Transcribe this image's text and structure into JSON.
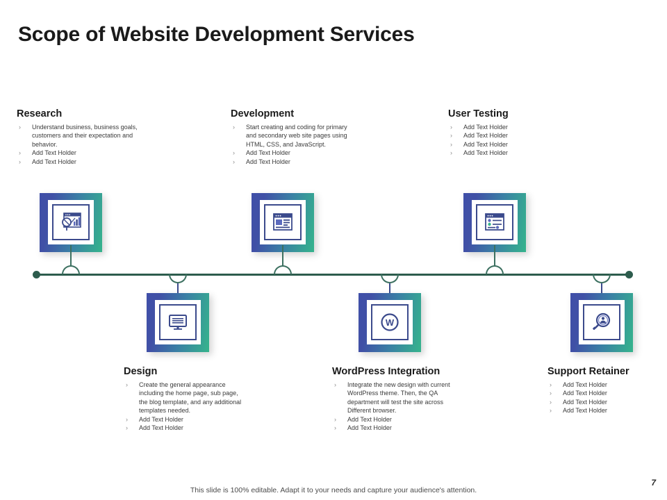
{
  "slide": {
    "title": "Scope of Website Development Services",
    "page_number": "7",
    "footer_note": "This slide is 100% editable. Adapt it to your needs and capture your audience's attention.",
    "accent_blue": "#3b4a8c",
    "accent_teal": "#35b48c",
    "timeline_color": "#2d5c4d",
    "bullet_glyph": "›"
  },
  "steps": [
    {
      "heading": "Research",
      "icon": "magnifier-chart-browser-icon",
      "position": "top",
      "bullets": [
        "Understand business, business goals, customers and their expectation and behavior.",
        "Add Text Holder",
        "Add Text Holder"
      ]
    },
    {
      "heading": "Design",
      "icon": "desktop-monitor-icon",
      "position": "bottom",
      "bullets": [
        "Create the general appearance including the home page, sub page, the blog template, and any additional templates  needed.",
        "Add Text Holder",
        "Add Text Holder"
      ]
    },
    {
      "heading": "Development",
      "icon": "browser-layout-code-icon",
      "position": "top",
      "bullets": [
        "Start creating and coding for primary and secondary web site pages using HTML, CSS, and JavaScript.",
        "Add Text Holder",
        "Add Text Holder"
      ]
    },
    {
      "heading": "WordPress Integration",
      "icon": "wordpress-w-icon",
      "position": "bottom",
      "bullets": [
        "Integrate the new design with current WordPress theme. Then, the QA department will test the site across Different browser.",
        "Add Text Holder",
        "Add Text Holder"
      ]
    },
    {
      "heading": "User Testing",
      "icon": "browser-user-list-icon",
      "position": "top",
      "bullets": [
        "Add Text Holder",
        "Add Text Holder",
        "Add Text Holder",
        "Add Text Holder"
      ]
    },
    {
      "heading": "Support Retainer",
      "icon": "magnifier-person-icon",
      "position": "bottom",
      "bullets": [
        "Add Text Holder",
        "Add Text Holder",
        "Add Text Holder",
        "Add Text Holder"
      ]
    }
  ],
  "text_blocks": {
    "research": {
      "heading": "Research",
      "b0": "Understand business, business goals, customers and their expectation and behavior.",
      "b1": "Add Text Holder",
      "b2": "Add Text Holder"
    },
    "development": {
      "heading": "Development",
      "b0": "Start creating and coding for primary and secondary web site pages using HTML, CSS, and JavaScript.",
      "b1": "Add Text Holder",
      "b2": "Add Text Holder"
    },
    "user_testing": {
      "heading": "User Testing",
      "b0": "Add Text Holder",
      "b1": "Add Text Holder",
      "b2": "Add Text Holder",
      "b3": "Add Text Holder"
    },
    "design": {
      "heading": "Design",
      "b0": "Create the general appearance including the home page, sub page, the blog template, and any additional templates  needed.",
      "b1": "Add Text Holder",
      "b2": "Add Text Holder"
    },
    "wordpress": {
      "heading": "WordPress Integration",
      "b0": "Integrate the new design with current WordPress theme. Then, the QA department will test the site across Different browser.",
      "b1": "Add Text Holder",
      "b2": "Add Text Holder"
    },
    "support": {
      "heading": "Support Retainer",
      "b0": "Add Text Holder",
      "b1": "Add Text Holder",
      "b2": "Add Text Holder",
      "b3": "Add Text Holder"
    }
  }
}
